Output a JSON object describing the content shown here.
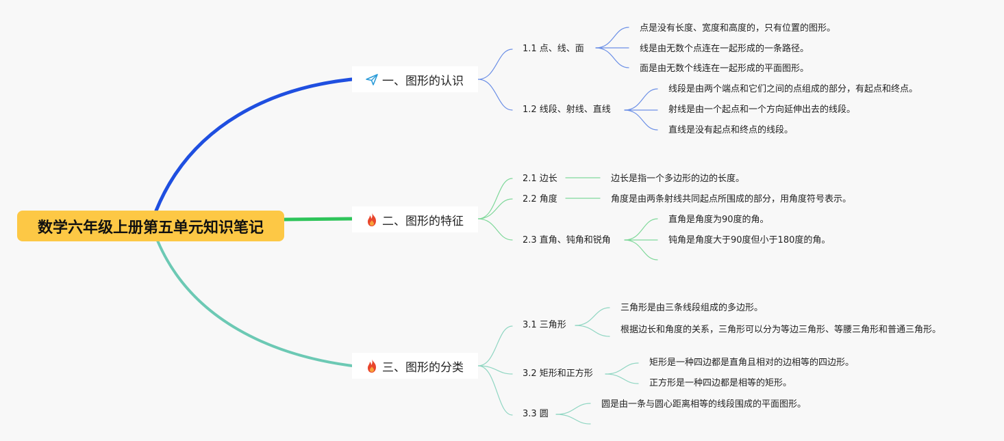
{
  "root": {
    "title": "数学六年级上册第五单元知识笔记"
  },
  "colors": {
    "root_bg": "#fdc845",
    "branch_1": "#1f4fe0",
    "branch_2": "#2ec45a",
    "branch_3": "#6cc9b4",
    "fine_1": "#6b8fe6",
    "fine_2": "#7fd89a",
    "fine_3": "#8fd6c2"
  },
  "topics": [
    {
      "label": "一、图形的认识",
      "icon": "paper-plane-icon",
      "subs": [
        {
          "label": "1.1 点、线、面",
          "leaves": [
            "点是没有长度、宽度和高度的，只有位置的图形。",
            "线是由无数个点连在一起形成的一条路径。",
            "面是由无数个线连在一起形成的平面图形。"
          ]
        },
        {
          "label": "1.2 线段、射线、直线",
          "leaves": [
            "线段是由两个端点和它们之间的点组成的部分，有起点和终点。",
            "射线是由一个起点和一个方向延伸出去的线段。",
            "直线是没有起点和终点的线段。"
          ]
        }
      ]
    },
    {
      "label": "二、图形的特征",
      "icon": "fire-icon",
      "subs": [
        {
          "label": "2.1 边长",
          "leaves": [
            "边长是指一个多边形的边的长度。"
          ]
        },
        {
          "label": "2.2 角度",
          "leaves": [
            "角度是由两条射线共同起点所围成的部分，用角度符号表示。"
          ]
        },
        {
          "label": "2.3 直角、钝角和锐角",
          "leaves": [
            "直角是角度为90度的角。",
            "钝角是角度大于90度但小于180度的角。",
            ""
          ]
        }
      ]
    },
    {
      "label": "三、图形的分类",
      "icon": "fire-icon",
      "subs": [
        {
          "label": "3.1 三角形",
          "leaves": [
            "三角形是由三条线段组成的多边形。",
            "根据边长和角度的关系，三角形可以分为等边三角形、等腰三角形和普通三角形。"
          ]
        },
        {
          "label": "3.2 矩形和正方形",
          "leaves": [
            "矩形是一种四边都是直角且相对的边相等的四边形。",
            "正方形是一种四边都是相等的矩形。"
          ]
        },
        {
          "label": "3.3 圆",
          "leaves": [
            "圆是由一条与圆心距离相等的线段围成的平面图形。",
            ""
          ]
        }
      ]
    }
  ]
}
